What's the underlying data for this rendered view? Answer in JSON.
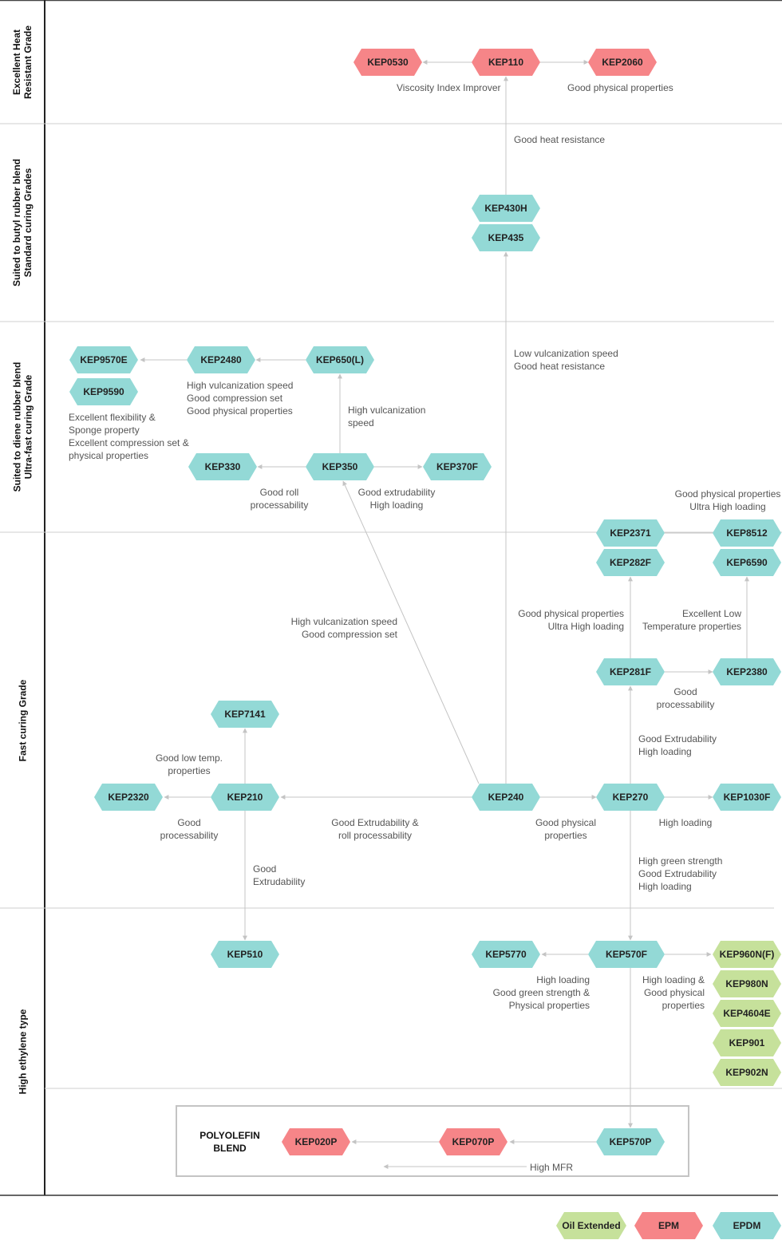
{
  "bands": [
    {
      "id": "heat",
      "lines": [
        "Excellent Heat",
        "Resistant Grade"
      ]
    },
    {
      "id": "butyl",
      "lines": [
        "Suited to butyl rubber blend",
        "Standard curing Grades"
      ]
    },
    {
      "id": "diene",
      "lines": [
        "Suited to diene rubber blend",
        "Ultra-fast curing Grade"
      ]
    },
    {
      "id": "fast",
      "lines": [
        "Fast curing Grade"
      ]
    },
    {
      "id": "high-eth",
      "lines": [
        "High ethylene type"
      ]
    }
  ],
  "nodes": {
    "KEP0530": "KEP0530",
    "KEP110": "KEP110",
    "KEP2060": "KEP2060",
    "KEP430H": "KEP430H",
    "KEP435": "KEP435",
    "KEP9570E": "KEP9570E",
    "KEP9590": "KEP9590",
    "KEP2480": "KEP2480",
    "KEP650L": "KEP650(L)",
    "KEP330": "KEP330",
    "KEP350": "KEP350",
    "KEP370F": "KEP370F",
    "KEP2371": "KEP2371",
    "KEP8512": "KEP8512",
    "KEP282F": "KEP282F",
    "KEP6590": "KEP6590",
    "KEP281F": "KEP281F",
    "KEP2380": "KEP2380",
    "KEP7141": "KEP7141",
    "KEP2320": "KEP2320",
    "KEP210": "KEP210",
    "KEP240": "KEP240",
    "KEP270": "KEP270",
    "KEP1030F": "KEP1030F",
    "KEP510": "KEP510",
    "KEP5770": "KEP5770",
    "KEP570F": "KEP570F",
    "KEP960NF": "KEP960N(F)",
    "KEP980N": "KEP980N",
    "KEP4604E": "KEP4604E",
    "KEP901": "KEP901",
    "KEP902N": "KEP902N",
    "KEP020P": "KEP020P",
    "KEP070P": "KEP070P",
    "KEP570P": "KEP570P"
  },
  "labels": {
    "viscosity": [
      "Viscosity Index Improver"
    ],
    "good_phys_2060": [
      "Good physical properties"
    ],
    "heat_res": [
      "Good heat resistance"
    ],
    "low_vulc": [
      "Low vulcanization speed",
      "Good heat resistance"
    ],
    "kep2480_props": [
      "High vulcanization speed",
      "Good compression set",
      "Good physical properties"
    ],
    "kep9590_props": [
      "Excellent flexibility &",
      "Sponge property",
      "Excellent compression set &",
      "physical properties"
    ],
    "high_vulc_speed": [
      "High vulcanization",
      "speed"
    ],
    "roll_proc": [
      "Good roll",
      "processability"
    ],
    "extrud_loading": [
      "Good extrudability",
      "High loading"
    ],
    "phys_ultra_8512": [
      "Good physical properties",
      "Ultra High loading"
    ],
    "phys_ultra_282f": [
      "Good physical properties",
      "Ultra High loading"
    ],
    "excellent_low_temp": [
      "Excellent Low",
      "Temperature properties"
    ],
    "high_vulc_comp": [
      "High vulcanization speed",
      "Good compression set"
    ],
    "good_proc_2380": [
      "Good",
      "processability"
    ],
    "extrud_high_281f": [
      "Good Extrudability",
      "High loading"
    ],
    "low_temp_7141": [
      "Good low temp.",
      "properties"
    ],
    "good_proc_2320": [
      "Good",
      "processability"
    ],
    "extrud_roll": [
      "Good Extrudability &",
      "roll processability"
    ],
    "good_phys_270": [
      "Good physical",
      "properties"
    ],
    "high_loading_1030": [
      "High loading"
    ],
    "good_extrud_510": [
      "Good",
      "Extrudability"
    ],
    "green_strength": [
      "High green strength",
      "Good Extrudability",
      "High loading"
    ],
    "kep5770_props": [
      "High loading",
      "Good green strength &",
      "Physical properties"
    ],
    "kep960_props": [
      "High loading &",
      "Good physical",
      "properties"
    ],
    "high_mfr": [
      "High MFR"
    ]
  },
  "polyolefin_title": [
    "POLYOLEFIN",
    "BLEND"
  ],
  "legend": {
    "oil": "Oil Extended",
    "epm": "EPM",
    "epdm": "EPDM"
  },
  "colors": {
    "epdm": "#93d9d6",
    "epm": "#f68588",
    "oil": "#c6e19b",
    "connector": "#c4c4c4"
  }
}
